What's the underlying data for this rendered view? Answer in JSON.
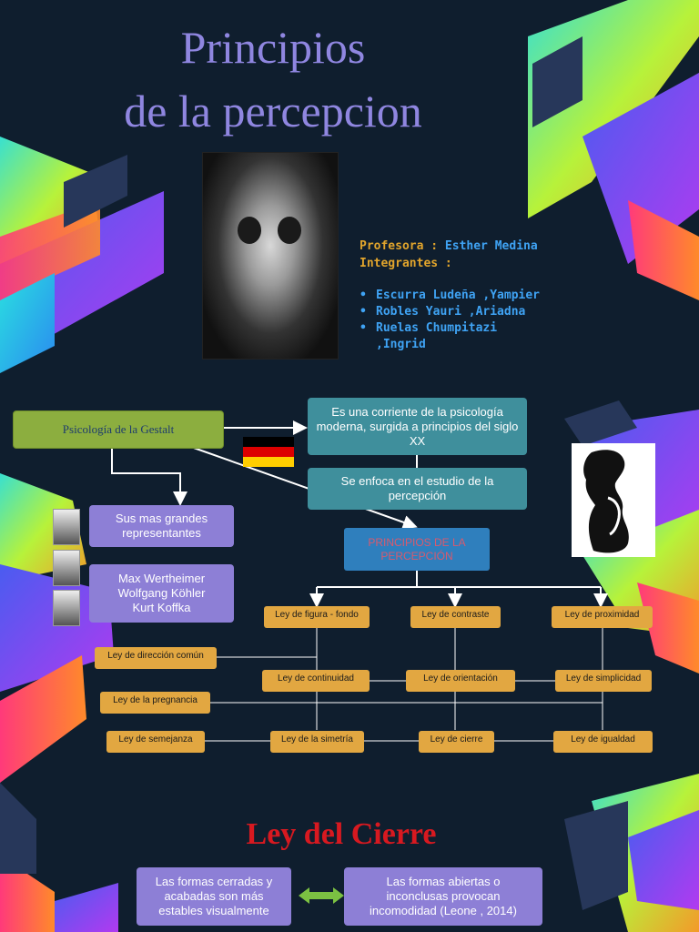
{
  "title_line1": "Principios",
  "title_line2": "de la percepcion",
  "info": {
    "profesora_label": "Profesora :",
    "profesora_name": "Esther Medina",
    "integrantes_label": "Integrantes :",
    "members": [
      "Escurra Ludeña ,Yampier",
      "Robles Yauri ,Ariadna",
      "Ruelas Chumpitazi",
      ",Ingrid"
    ]
  },
  "diagram": {
    "gestalt": "Psicología de la Gestalt",
    "def1": "Es una corriente de la psicología moderna, surgida a principios del siglo XX",
    "def2": "Se enfoca en el estudio de la percepción",
    "reps_title": "Sus mas grandes representantes",
    "reps_names": [
      "Max Wertheimer",
      "Wolfgang Köhler",
      "Kurt Koffka"
    ],
    "principios": "PRINCIPIOS DE LA PERCEPCIÓN",
    "laws": {
      "figura": "Ley de figura - fondo",
      "contraste": "Ley de contraste",
      "proximidad": "Ley de proximidad",
      "direccion": "Ley de dirección común",
      "continuidad": "Ley de continuidad",
      "orientacion": "Ley de orientación",
      "simplicidad": "Ley de simplicidad",
      "pregnancia": "Ley de la pregnancia",
      "semejanza": "Ley de semejanza",
      "simetria": "Ley de la simetría",
      "cierre": "Ley de cierre",
      "igualdad": "Ley de igualdad"
    }
  },
  "cierre": {
    "heading": "Ley del Cierre",
    "left": "Las formas cerradas y acabadas son más estables visualmente",
    "right": "Las formas abiertas o inconclusas provocan incomodidad (Leone , 2014)"
  },
  "colors": {
    "background": "#0f1e2e",
    "title": "#8f86e0",
    "heading_red": "#d71920"
  }
}
